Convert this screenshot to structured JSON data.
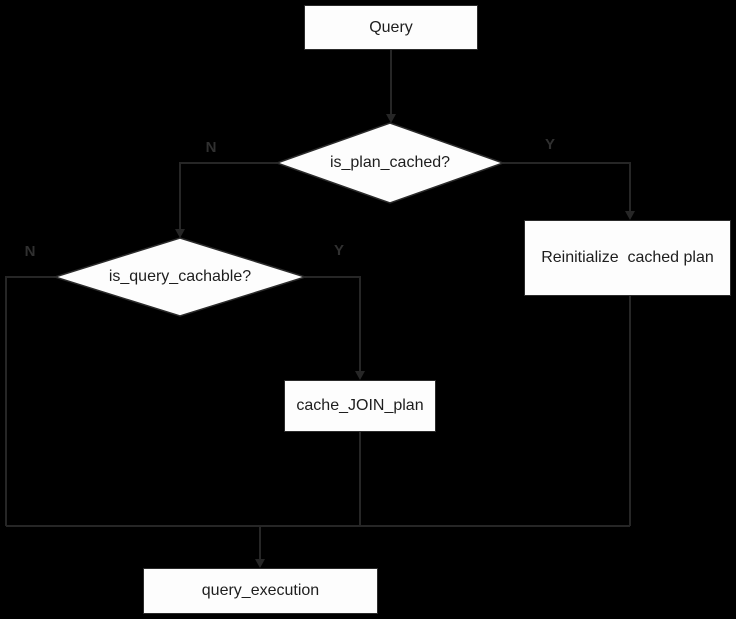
{
  "diagram": {
    "type": "flowchart",
    "colors": {
      "background": "#000000",
      "connector_line": "#262626",
      "node_fill": "#fdfdfd",
      "node_border": "#2b2b2b",
      "node_text": "#1e1e1e",
      "branch_label_text": "#303030"
    },
    "nodes": {
      "query": {
        "label": "Query",
        "type": "process"
      },
      "is_plan_cached": {
        "label": "is_plan_cached?",
        "type": "decision"
      },
      "reinitialize_cached_plan": {
        "label": "Reinitialize  cached plan",
        "type": "process"
      },
      "is_query_cachable": {
        "label": "is_query_cachable?",
        "type": "decision"
      },
      "cache_join_plan": {
        "label": "cache_JOIN_plan",
        "type": "process"
      },
      "query_execution": {
        "label": "query_execution",
        "type": "process"
      }
    },
    "branches": {
      "plan_cached_no": "N",
      "plan_cached_yes": "Y",
      "query_cachable_no": "N",
      "query_cachable_yes": "Y"
    }
  }
}
